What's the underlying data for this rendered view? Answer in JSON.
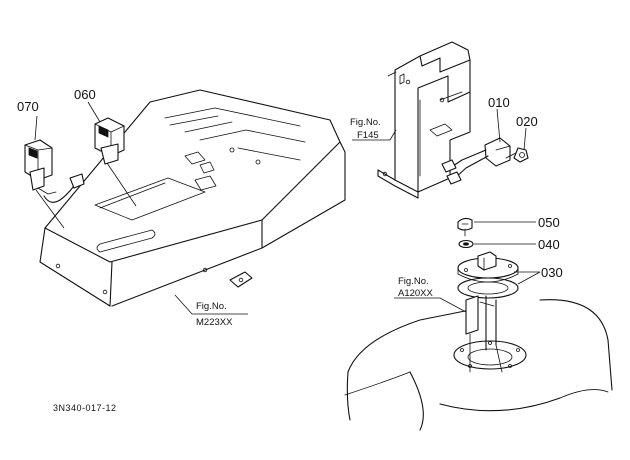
{
  "callouts": {
    "c070": "070",
    "c060": "060",
    "c010": "010",
    "c020": "020",
    "c050": "050",
    "c040": "040",
    "c030": "030"
  },
  "figure_refs": {
    "f145": {
      "label": "Fig.No.",
      "number": "F145"
    },
    "m223": {
      "label": "Fig.No.",
      "number": "M223XX"
    },
    "a120": {
      "label": "Fig.No.",
      "number": "A120XX"
    }
  },
  "drawing_code": "3N340-017-12",
  "colors": {
    "ink": "#111111",
    "paper": "#ffffff"
  }
}
